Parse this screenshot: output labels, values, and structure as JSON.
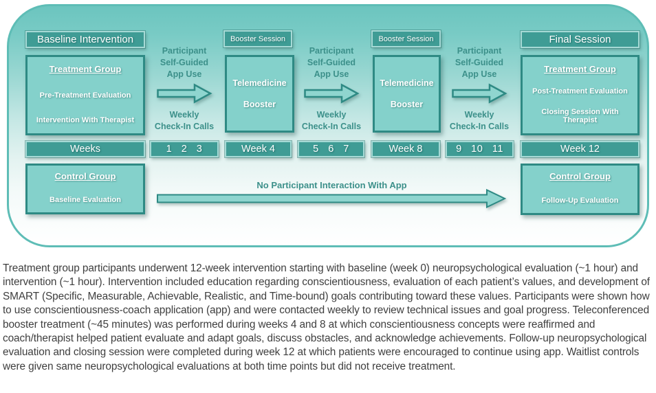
{
  "colors": {
    "container_border": "#5ebdb6",
    "container_top": "#6cc5bf",
    "dark_box_fill": "#3f9c95",
    "dark_box_border": "#a6dad6",
    "panel_fill": "#84d1cb",
    "panel_border": "#2e8a84",
    "teal_text": "#3c908a",
    "white_text": "#ffffff",
    "caption_text": "#3e3e3e"
  },
  "diagram": {
    "headers": {
      "baseline": "Baseline Intervention",
      "booster1": "Booster Session",
      "booster2": "Booster Session",
      "final": "Final Session"
    },
    "treatment_left": {
      "title": "Treatment Group",
      "rows": [
        "Pre-Treatment Evaluation",
        "Intervention With Therapist"
      ]
    },
    "treatment_right": {
      "title": "Treatment Group",
      "rows": [
        "Post-Treatment Evaluation",
        "Closing Session With Therapist"
      ]
    },
    "telemedicine1": {
      "line1": "Telemedicine",
      "line2": "Booster"
    },
    "telemedicine2": {
      "line1": "Telemedicine",
      "line2": "Booster"
    },
    "app_use_label": "Participant\nSelf-Guided\nApp Use",
    "checkin_label": "Weekly\nCheck-In Calls",
    "weeks": [
      "Weeks",
      "1 2 3",
      "Week 4",
      "5 6 7",
      "Week 8",
      "9 10 11",
      "Week 12"
    ],
    "control_left": {
      "title": "Control Group",
      "rows": [
        "Baseline Evaluation"
      ]
    },
    "control_right": {
      "title": "Control Group",
      "rows": [
        "Follow-Up Evaluation"
      ]
    },
    "no_interaction_label": "No Participant Interaction With App"
  },
  "caption": "Treatment group participants underwent 12-week intervention starting with baseline (week 0) neuropsychological evaluation (~1 hour) and intervention (~1 hour). Intervention included education regarding conscientiousness, evaluation of each patient’s values, and development of SMART (Specific, Measurable, Achievable, Realistic, and Time-bound) goals contributing toward these values. Participants were shown how to use conscientiousness-coach application (app) and were contacted weekly to review technical issues and goal progress. Teleconferenced booster treatment (~45 minutes) was performed during weeks 4 and 8 at which conscientiousness concepts were reaffirmed and coach/therapist helped patient evaluate and adapt goals, discuss obstacles, and acknowledge achievements. Follow-up neuropsychological evaluation and closing session were completed during week 12 at which patients were encouraged to continue using app. Waitlist controls were given same neuropsychological evaluations at both time points but did not receive treatment."
}
